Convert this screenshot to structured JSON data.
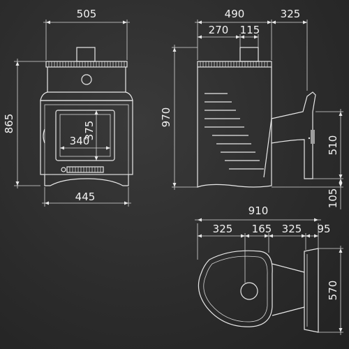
{
  "front_view": {
    "top_width": "505",
    "height": "865",
    "window_height": "375",
    "window_width": "340",
    "base_width": "445"
  },
  "side_view": {
    "depth": "490",
    "tank_width": "325",
    "offset": "270",
    "chimney": "115",
    "total_height": "970",
    "tank_height": "510",
    "tank_bottom": "105"
  },
  "top_view": {
    "total_length": "910",
    "part_a": "325",
    "part_b": "165",
    "part_c": "325",
    "part_d": "95",
    "tank_depth": "570"
  },
  "colors": {
    "background": "#2c2c2c",
    "line": "#e8e8e8"
  }
}
